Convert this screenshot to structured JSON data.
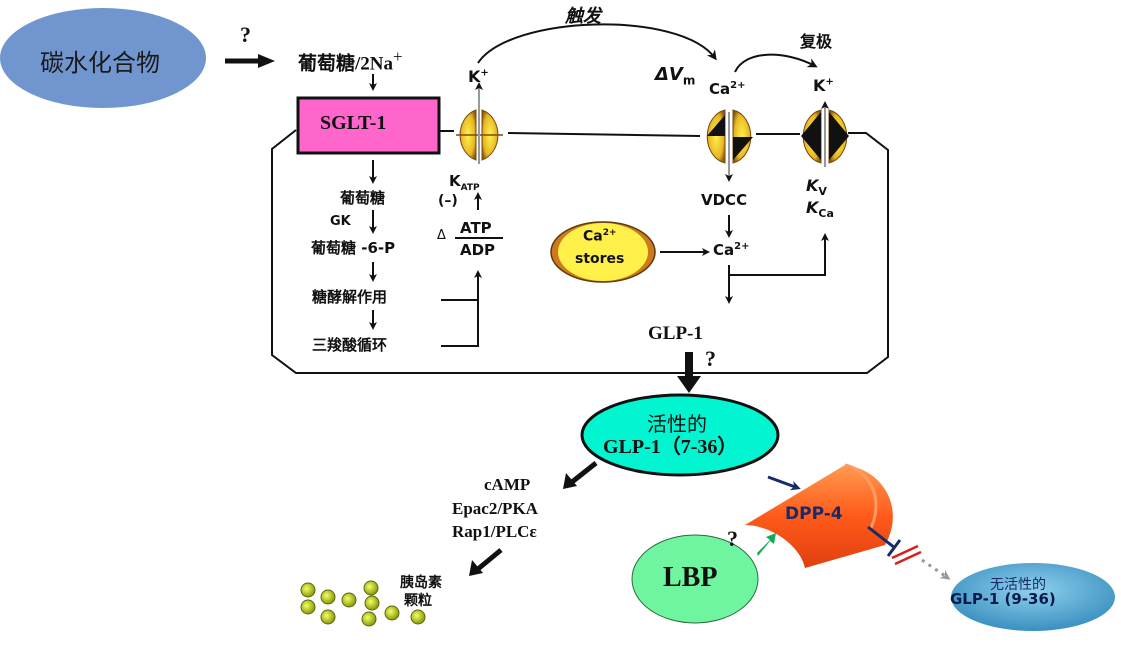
{
  "title": "GLP-1 secretion pathway diagram",
  "colors": {
    "carb_ellipse": "#7196cf",
    "sglt_box": "#ff66cc",
    "channel_gold": "#e8b623",
    "active_glp1": "#00f5d0",
    "dpp4": "#ff5a1a",
    "lbp": "#6ff5a0",
    "inactive_glp1": "#4da9d6",
    "granule": "#c8d430",
    "navy": "#1a2a66",
    "green_arrow": "#1aaa55",
    "red_bar": "#d42020"
  },
  "nodes": {
    "carbohydrate": "碳水化合物",
    "question1": "?",
    "glucose_na": "葡萄糖/2Na",
    "glucose_na_sup": "+",
    "sglt1": "SGLT-1",
    "k_top": "K",
    "k_top_sup": "+",
    "trigger": "触发",
    "delta_vm": "ΔV",
    "delta_vm_sub": "m",
    "ca_top": "Ca",
    "ca_top_sup": "2+",
    "repolarize": "复极",
    "k_right": "K",
    "k_right_sup": "+",
    "katp": "K",
    "katp_sub": "ATP",
    "minus": "(–)",
    "delta": "Δ",
    "atp": "ATP",
    "adp": "ADP",
    "vdcc": "VDCC",
    "kv": "K",
    "kv_sub": "V",
    "kca": "K",
    "kca_sub": "Ca",
    "ca_stores_top": "Ca",
    "ca_stores_sup": "2+",
    "ca_stores_bottom": "stores",
    "ca_mid": "Ca",
    "ca_mid_sup": "2+",
    "glucose": "葡萄糖",
    "gk": "GK",
    "g6p": "葡萄糖 -6-P",
    "glycolysis": "糖酵解作用",
    "tca": "三羧酸循环",
    "glp1": "GLP-1",
    "question2": "?",
    "active_line1": "活性的",
    "active_line2": "GLP-1（7-36）",
    "camp": "cAMP",
    "epac": "Epac2/PKA",
    "rap": "Rap1/PLCε",
    "insulin_line1": "胰岛素",
    "insulin_line2": "颗粒",
    "dpp4": "DPP-4",
    "question3": "?",
    "lbp": "LBP",
    "inactive_line1": "无活性的",
    "inactive_line2": "GLP-1 (9-36)"
  }
}
